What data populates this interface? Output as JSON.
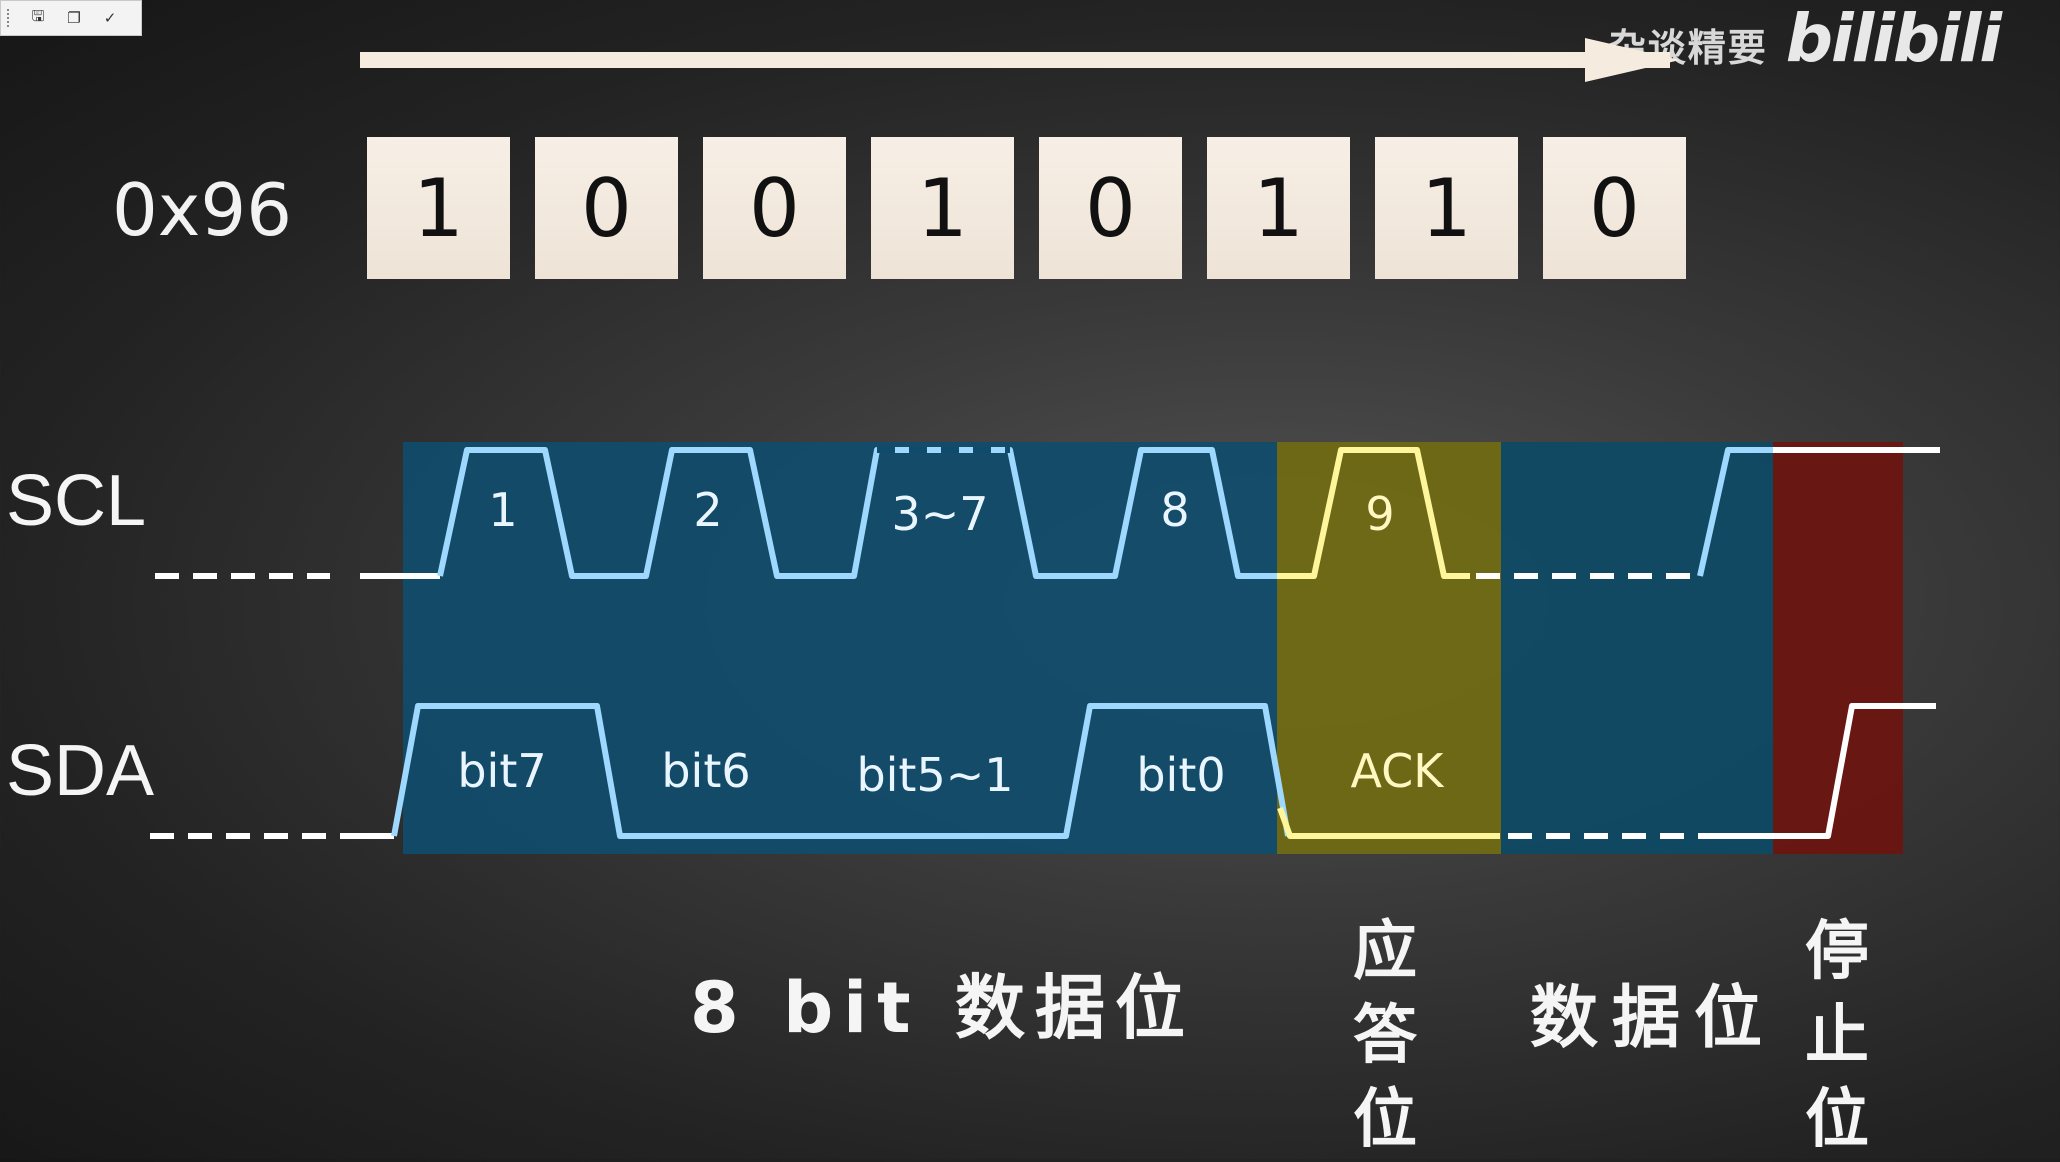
{
  "toolbar": {
    "buttons": [
      {
        "name": "save-icon",
        "glyph": "🖫"
      },
      {
        "name": "copy-icon",
        "glyph": "❐"
      },
      {
        "name": "check-icon",
        "glyph": "✓"
      }
    ]
  },
  "brand": {
    "channel": "杂谈精要",
    "logo": "bilibili"
  },
  "byte": {
    "label": "0x96",
    "bits": [
      "1",
      "0",
      "0",
      "1",
      "0",
      "1",
      "1",
      "0"
    ]
  },
  "signals": {
    "scl": "SCL",
    "sda": "SDA"
  },
  "scl_pulses": [
    "1",
    "2",
    "3~7",
    "8",
    "9"
  ],
  "sda_bits": [
    "bit7",
    "bit6",
    "bit5~1",
    "bit0",
    "ACK"
  ],
  "captions": {
    "data_bits": "8 bit 数据位",
    "ack": [
      "应",
      "答",
      "位"
    ],
    "data": "数据位",
    "stop": [
      "停",
      "止",
      "位"
    ]
  },
  "colors": {
    "data_region": "#0f4c6c",
    "ack_region": "#6f6a14",
    "stop_region": "#6a1510",
    "waveform": "#9fd8ff",
    "ack_waveform": "#fff59a",
    "idle": "#ffffff"
  }
}
